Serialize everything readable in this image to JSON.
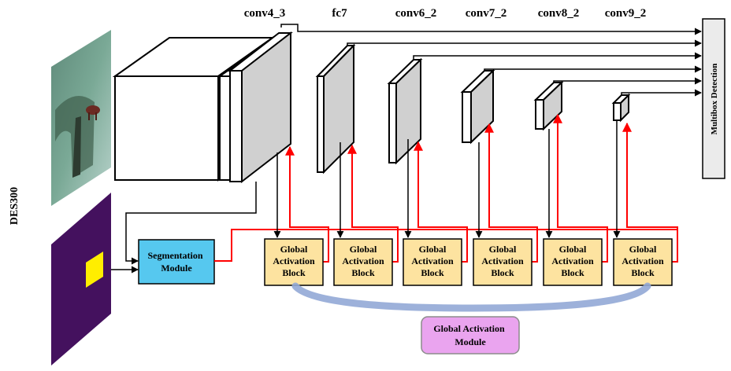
{
  "title_vertical": "DES300",
  "layer_labels": [
    "conv4_3",
    "fc7",
    "conv6_2",
    "conv7_2",
    "conv8_2",
    "conv9_2"
  ],
  "detection_label": "Multibox Detection",
  "segmentation_module": [
    "Segmentation",
    "Module"
  ],
  "gab_label": [
    "Global",
    "Activation",
    "Block"
  ],
  "gam_label": [
    "Global Activation",
    "Module"
  ],
  "colors": {
    "segmentation_fill": "#56c8ef",
    "gab_fill": "#fde3a0",
    "gam_fill": "#eaa4ef",
    "feedback_arrow": "#ff0000",
    "arc": "#92a9d6",
    "block_face": "#d0d0d0",
    "mask_bg": "#44115e",
    "mask_object": "#ffee00"
  }
}
